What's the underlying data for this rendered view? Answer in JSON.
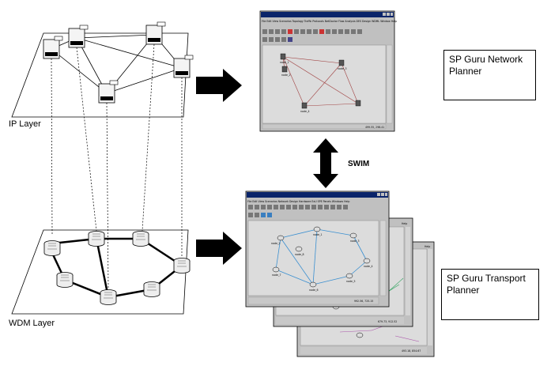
{
  "layers": {
    "ip_label": "IP Layer",
    "wdm_label": "WDM Layer"
  },
  "link_label": "SWIM",
  "products": {
    "network_planner": {
      "line1": "SP Guru Network",
      "line2": "Planner"
    },
    "transport_planner": {
      "line1": "SP Guru Transport",
      "line2": "Planner"
    }
  },
  "network_window": {
    "menu": [
      "File",
      "Edit",
      "View",
      "Scenarios",
      "Topology",
      "Traffic",
      "Protocols",
      "NetDoctor",
      "Flow Analysis",
      "DES",
      "Design",
      "WDML",
      "Window",
      "Help"
    ],
    "nodes": [
      "node_1",
      "node_3",
      "node_2",
      "node_4"
    ],
    "coords": "499.55, 298.41"
  },
  "transport_window": {
    "menu": [
      "File",
      "Edit",
      "View",
      "Scenarios",
      "Network",
      "Design",
      "Hardware",
      "ExU",
      "SPE",
      "Panels",
      "Windows",
      "Help"
    ],
    "nodes": [
      "node_2",
      "node_1",
      "node_3",
      "node_4",
      "node_5",
      "node_6",
      "node_7",
      "node_8"
    ],
    "coords_front": "992.56, 725.15",
    "coords_middle": "679.73, 912.52",
    "coords_back": "493.18, 854.67",
    "help": "Help"
  },
  "colors": {
    "window_bg": "#c0c0c0",
    "title_bar": "#0a246a",
    "canvas": "#dcdcdc",
    "ip_link": "#a04040",
    "wdm_link": "#3a8fd0"
  }
}
